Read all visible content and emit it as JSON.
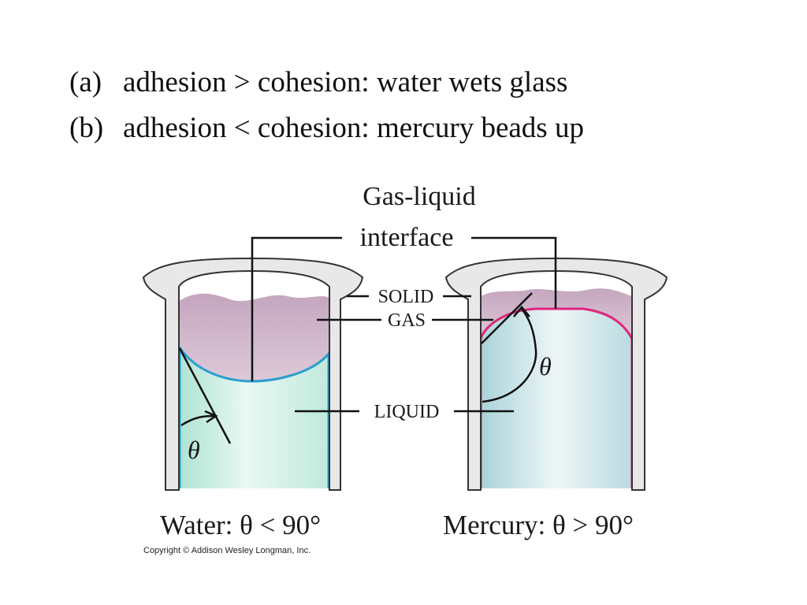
{
  "heading": {
    "line_a_tag": "(a)",
    "line_a_text": "adhesion > cohesion: water wets glass",
    "line_b_tag": "(b)",
    "line_b_text": "adhesion < cohesion: mercury beads up"
  },
  "diagram": {
    "interface_label_1": "Gas-liquid",
    "interface_label_2": "interface",
    "solid_label": "SOLID",
    "gas_label": "GAS",
    "liquid_label": "LIQUID",
    "theta_left": "θ",
    "theta_right": "θ",
    "water_caption": "Water:  θ < 90°",
    "mercury_caption": "Mercury:  θ > 90°",
    "copyright": "Copyright © Addison Wesley Longman, Inc."
  },
  "colors": {
    "glass": "#e6e6e6",
    "gas": "#cdb3c8",
    "water_liquid": "#c7ecdf",
    "water_meniscus": "#2a9fd0",
    "mercury_liquid": "#c9e2e6",
    "mercury_meniscus": "#e0247c"
  }
}
